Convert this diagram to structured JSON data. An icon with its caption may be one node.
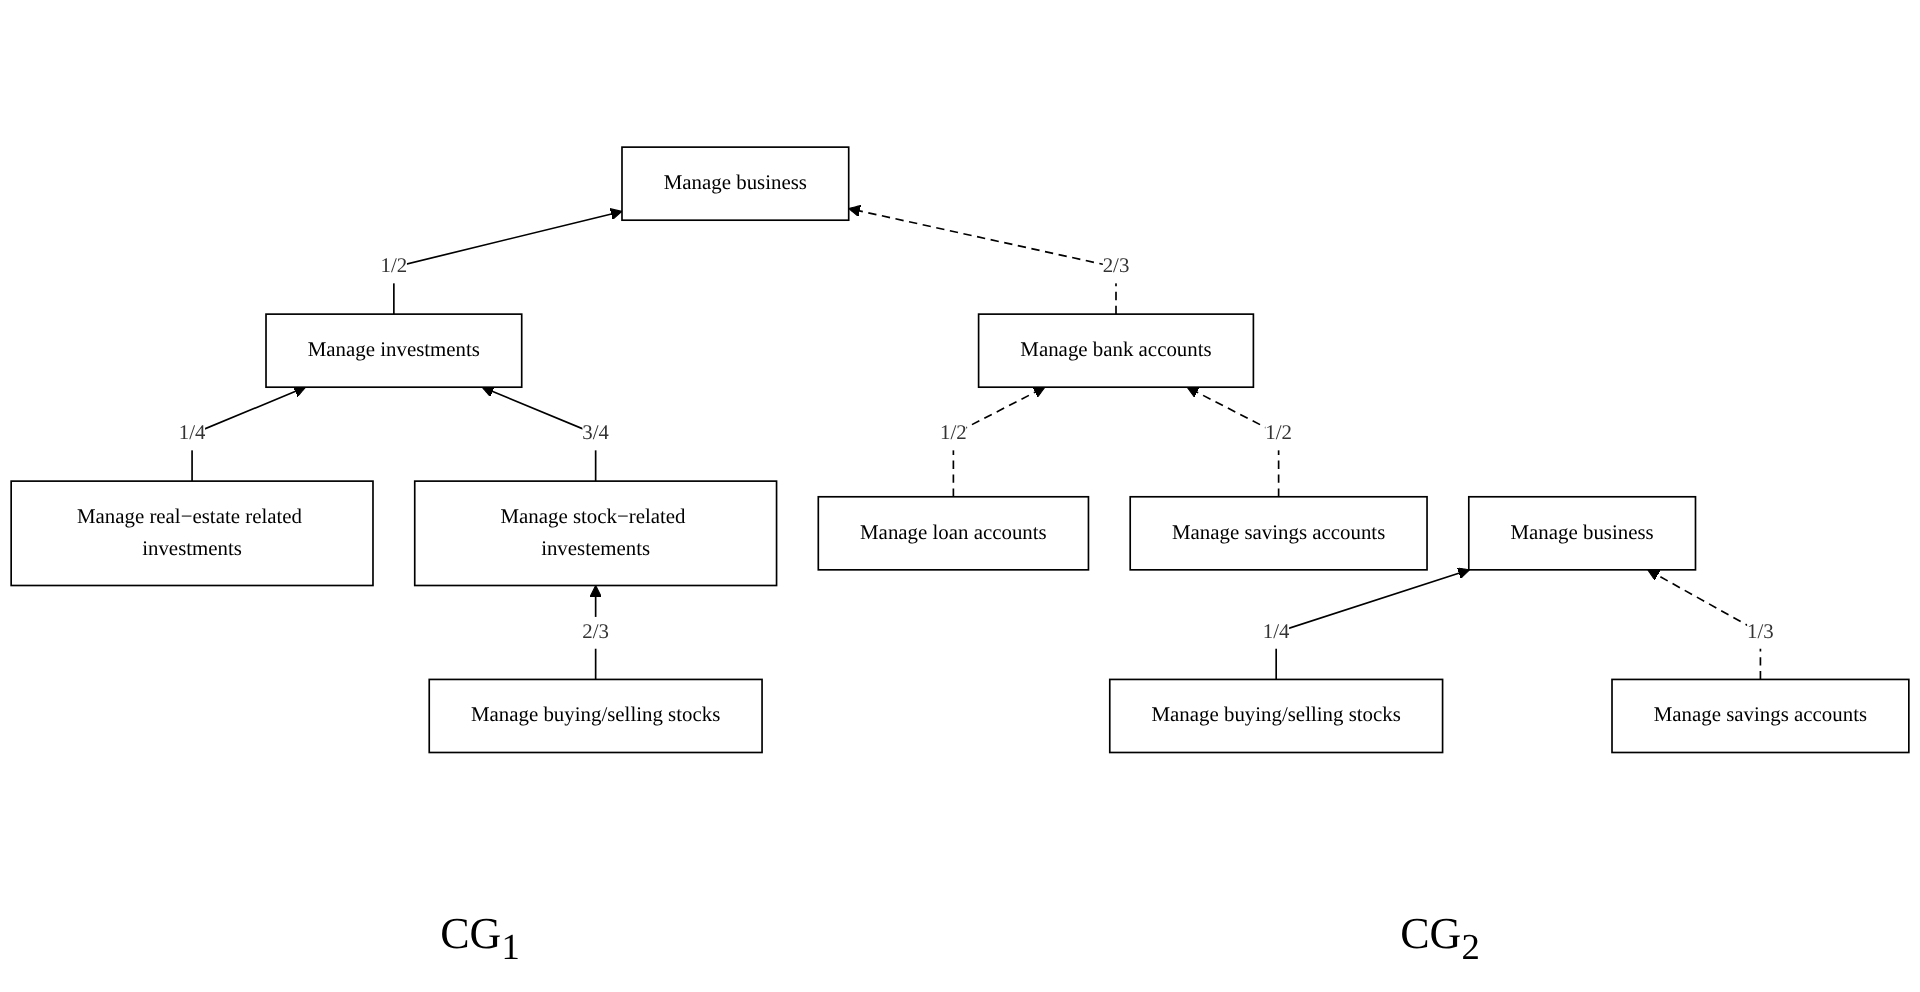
{
  "diagram": {
    "nodes": [
      {
        "text": [
          "Manage business"
        ]
      },
      {
        "text": [
          "Manage investments"
        ]
      },
      {
        "text": [
          "Manage bank accounts"
        ]
      },
      {
        "text": [
          "Manage real−estate related investments"
        ]
      },
      {
        "text": [
          "Manage stock−related investements"
        ]
      },
      {
        "text": [
          "Manage loan accounts"
        ]
      },
      {
        "text": [
          "Manage savings accounts"
        ]
      },
      {
        "text": [
          "Manage buying/selling stocks"
        ]
      },
      {
        "text": [
          "Manage business"
        ]
      },
      {
        "text": [
          "Manage buying/selling stocks"
        ]
      },
      {
        "text": [
          "Manage savings accounts"
        ]
      }
    ],
    "edges": [
      {
        "from": 1,
        "to": 0,
        "arrow": "to",
        "label": "1/2"
      },
      {
        "from": 2,
        "to": 0,
        "arrow": "to",
        "label": "2/3",
        "style": "dashed"
      },
      {
        "from": 3,
        "to": 1,
        "arrow": "to",
        "label": "1/4"
      },
      {
        "from": 4,
        "to": 1,
        "arrow": "to",
        "label": "3/4"
      },
      {
        "from": 5,
        "to": 2,
        "arrow": "to",
        "label": "1/2",
        "style": "dashed"
      },
      {
        "from": 6,
        "to": 2,
        "arrow": "to",
        "label": "1/2",
        "style": "dashed"
      },
      {
        "from": 7,
        "to": 4,
        "arrow": "to",
        "label": "2/3"
      },
      {
        "from": 9,
        "to": 8,
        "arrow": "to",
        "label": "1/4"
      },
      {
        "from": 10,
        "to": 8,
        "arrow": "to",
        "label": "1/3",
        "style": "dashed"
      }
    ],
    "labels": [
      "CG$_{1}$",
      "CG$_{2}$"
    ]
  }
}
